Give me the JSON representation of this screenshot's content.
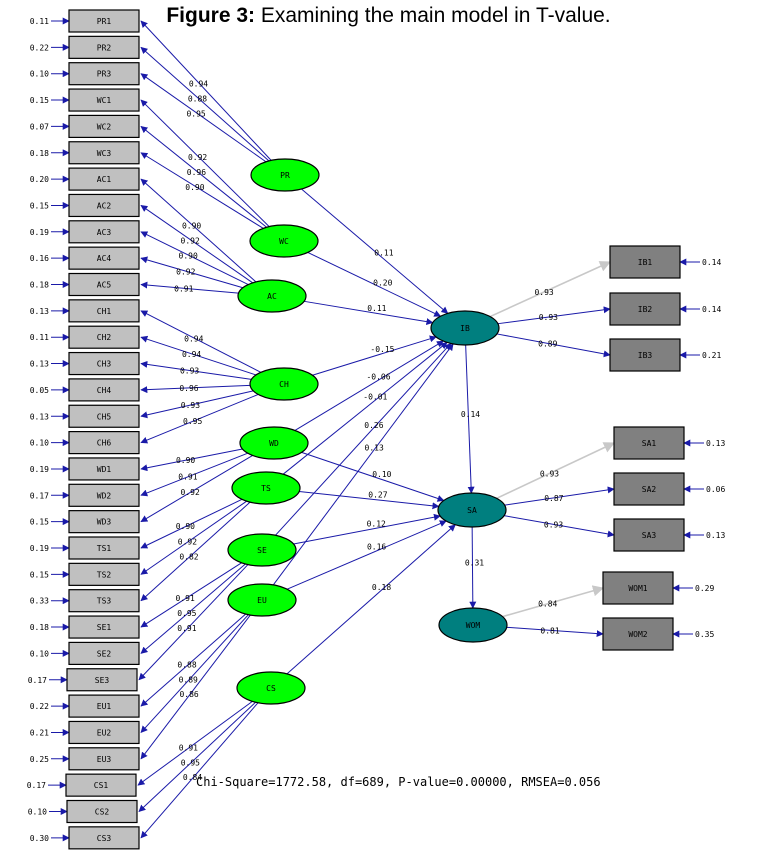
{
  "title": {
    "lead": "Figure 3:",
    "text": " Examining the main model in T-value."
  },
  "colors": {
    "exogenous_fill": "#00ff00",
    "endogenous_fill": "#007f7f",
    "left_box_fill": "#c0c0c0",
    "right_box_fill": "#808080",
    "arrow": "#1a1aa8",
    "reference_arrow": "#c8c8c8"
  },
  "fit_statistics": "Chi-Square=1772.58, df=689, P-value=0.00000, RMSEA=0.056",
  "exogenous_constructs": [
    {
      "id": "PR",
      "label": "PR",
      "indicators": [
        {
          "name": "PR1",
          "error": "0.11",
          "loading": "0.94"
        },
        {
          "name": "PR2",
          "error": "0.22",
          "loading": "0.88"
        },
        {
          "name": "PR3",
          "error": "0.10",
          "loading": "0.95"
        }
      ]
    },
    {
      "id": "WC",
      "label": "WC",
      "indicators": [
        {
          "name": "WC1",
          "error": "0.15",
          "loading": "0.92"
        },
        {
          "name": "WC2",
          "error": "0.07",
          "loading": "0.96"
        },
        {
          "name": "WC3",
          "error": "0.18",
          "loading": "0.90"
        }
      ]
    },
    {
      "id": "AC",
      "label": "AC",
      "indicators": [
        {
          "name": "AC1",
          "error": "0.20",
          "loading": "0.90"
        },
        {
          "name": "AC2",
          "error": "0.15",
          "loading": "0.92"
        },
        {
          "name": "AC3",
          "error": "0.19",
          "loading": "0.90"
        },
        {
          "name": "AC4",
          "error": "0.16",
          "loading": "0.92"
        },
        {
          "name": "AC5",
          "error": "0.18",
          "loading": "0.91"
        }
      ]
    },
    {
      "id": "CH",
      "label": "CH",
      "indicators": [
        {
          "name": "CH1",
          "error": "0.13",
          "loading": "0.94"
        },
        {
          "name": "CH2",
          "error": "0.11",
          "loading": "0.94"
        },
        {
          "name": "CH3",
          "error": "0.13",
          "loading": "0.93"
        },
        {
          "name": "CH4",
          "error": "0.05",
          "loading": "0.96"
        },
        {
          "name": "CH5",
          "error": "0.13",
          "loading": "0.93"
        },
        {
          "name": "CH6",
          "error": "0.10",
          "loading": "0.95"
        }
      ]
    },
    {
      "id": "WD",
      "label": "WD",
      "indicators": [
        {
          "name": "WD1",
          "error": "0.19",
          "loading": "0.90"
        },
        {
          "name": "WD2",
          "error": "0.17",
          "loading": "0.91"
        },
        {
          "name": "WD3",
          "error": "0.15",
          "loading": "0.92"
        }
      ]
    },
    {
      "id": "TS",
      "label": "TS",
      "indicators": [
        {
          "name": "TS1",
          "error": "0.19",
          "loading": "0.90"
        },
        {
          "name": "TS2",
          "error": "0.15",
          "loading": "0.92"
        },
        {
          "name": "TS3",
          "error": "0.33",
          "loading": "0.82"
        }
      ]
    },
    {
      "id": "SE",
      "label": "SE",
      "indicators": [
        {
          "name": "SE1",
          "error": "0.18",
          "loading": "0.91"
        },
        {
          "name": "SE2",
          "error": "0.10",
          "loading": "0.95"
        },
        {
          "name": "SE3",
          "error": "0.17",
          "loading": "0.91"
        }
      ]
    },
    {
      "id": "EU",
      "label": "EU",
      "indicators": [
        {
          "name": "EU1",
          "error": "0.22",
          "loading": "0.88"
        },
        {
          "name": "EU2",
          "error": "0.21",
          "loading": "0.89"
        },
        {
          "name": "EU3",
          "error": "0.25",
          "loading": "0.86"
        }
      ]
    },
    {
      "id": "CS",
      "label": "CS",
      "indicators": [
        {
          "name": "CS1",
          "error": "0.17",
          "loading": "0.91"
        },
        {
          "name": "CS2",
          "error": "0.10",
          "loading": "0.95"
        },
        {
          "name": "CS3",
          "error": "0.30",
          "loading": "0.84"
        }
      ]
    }
  ],
  "endogenous_constructs": [
    {
      "id": "IB",
      "label": "IB",
      "indicators": [
        {
          "name": "IB1",
          "error": "0.14",
          "loading": "0.93"
        },
        {
          "name": "IB2",
          "error": "0.14",
          "loading": "0.93"
        },
        {
          "name": "IB3",
          "error": "0.21",
          "loading": "0.89"
        }
      ]
    },
    {
      "id": "SA",
      "label": "SA",
      "indicators": [
        {
          "name": "SA1",
          "error": "0.13",
          "loading": "0.93"
        },
        {
          "name": "SA2",
          "error": "0.06",
          "loading": "0.87"
        },
        {
          "name": "SA3",
          "error": "0.13",
          "loading": "0.93"
        }
      ]
    },
    {
      "id": "WOM",
      "label": "WOM",
      "indicators": [
        {
          "name": "WOM1",
          "error": "0.29",
          "loading": "0.84"
        },
        {
          "name": "WOM2",
          "error": "0.35",
          "loading": "0.81"
        }
      ]
    }
  ],
  "structural_paths": [
    {
      "from": "PR",
      "to": "IB",
      "value": "0.11"
    },
    {
      "from": "WC",
      "to": "IB",
      "value": "0.20"
    },
    {
      "from": "AC",
      "to": "IB",
      "value": "0.11"
    },
    {
      "from": "CH",
      "to": "IB",
      "value": "-0.15"
    },
    {
      "from": "WD",
      "to": "IB",
      "value": "-0.06"
    },
    {
      "from": "TS",
      "to": "IB",
      "value": "-0.01"
    },
    {
      "from": "SE",
      "to": "IB",
      "value": "0.26"
    },
    {
      "from": "EU",
      "to": "IB",
      "value": "0.13"
    },
    {
      "from": "WD",
      "to": "SA",
      "value": "0.10"
    },
    {
      "from": "TS",
      "to": "SA",
      "value": "0.27"
    },
    {
      "from": "SE",
      "to": "SA",
      "value": "0.12"
    },
    {
      "from": "EU",
      "to": "SA",
      "value": "0.16"
    },
    {
      "from": "CS",
      "to": "SA",
      "value": "0.18"
    },
    {
      "from": "IB",
      "to": "SA",
      "value": "0.14"
    },
    {
      "from": "SA",
      "to": "WOM",
      "value": "0.31"
    }
  ]
}
